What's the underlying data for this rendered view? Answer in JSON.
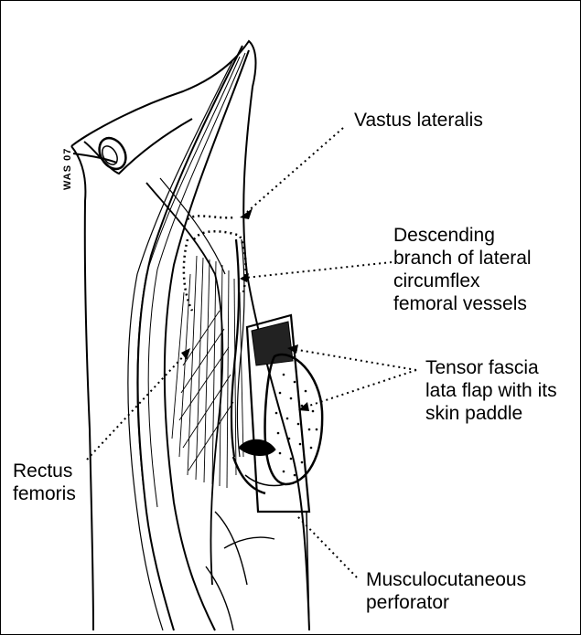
{
  "figure": {
    "labels": {
      "vastus_lateralis": "Vastus lateralis",
      "descending_branch": "Descending\nbranch of lateral\ncircumflex\nfemoral vessels",
      "tensor_fascia_lata": "Tensor fascia\nlata flap with its\nskin paddle",
      "rectus_femoris": "Rectus\nfemoris",
      "musculocutaneous_perforator": "Musculocutaneous\nperforator"
    },
    "signature": "WAS 07"
  },
  "colors": {
    "ink": "#000000",
    "background": "#ffffff"
  }
}
